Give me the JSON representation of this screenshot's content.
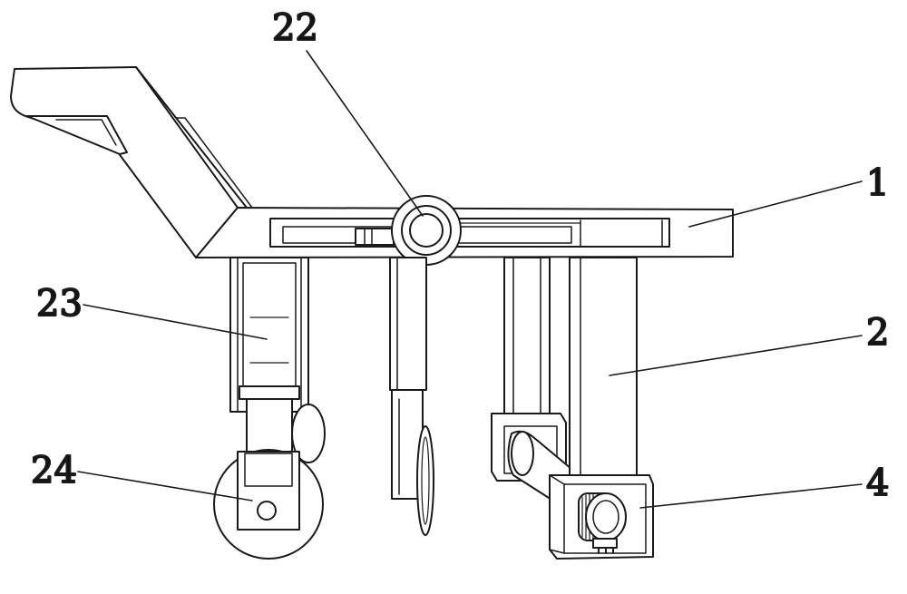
{
  "figure": {
    "callouts": {
      "c1": "1",
      "c2": "2",
      "c4": "4",
      "c22": "22",
      "c23": "23",
      "c24": "24"
    }
  }
}
